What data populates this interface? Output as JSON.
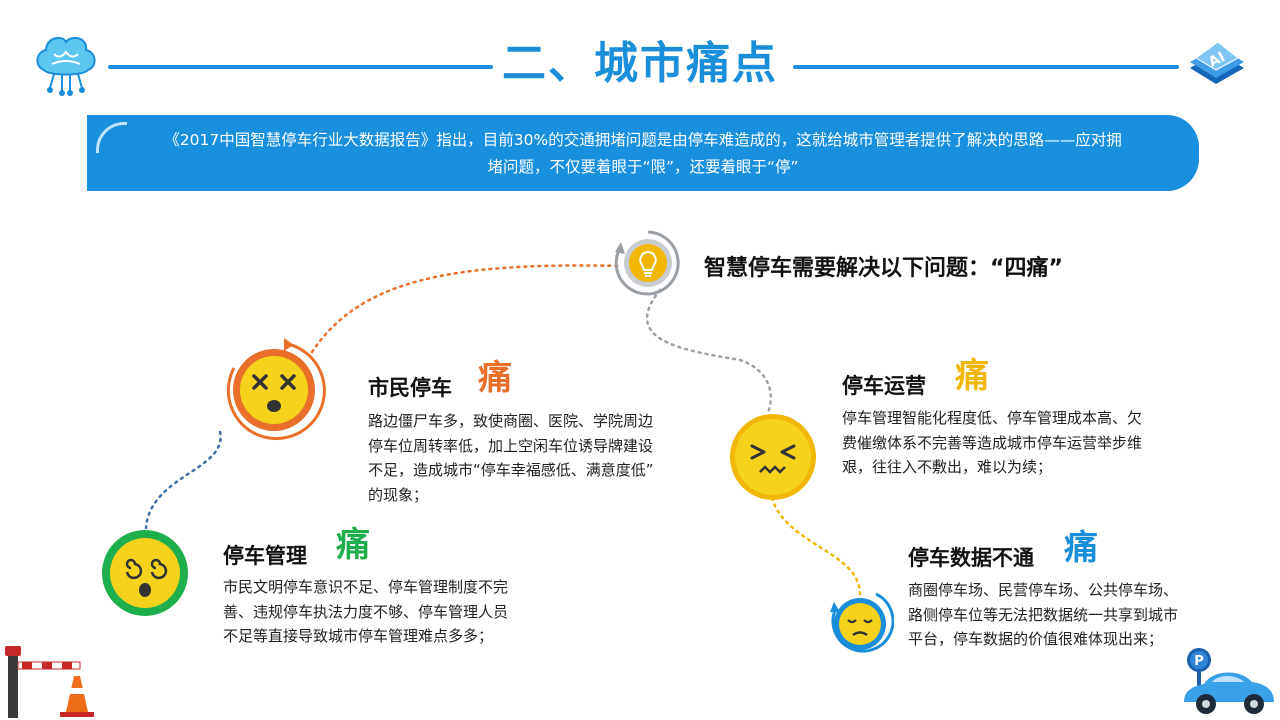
{
  "title": "二、城市痛点",
  "banner": {
    "line1": "《2017中国智慧停车行业大数据报告》指出，目前30%的交通拥堵问题是由停车难造成的，这就给城市管理者提供了解决的思路——应对拥",
    "line2": "堵问题，不仅要着眼于“限”，还要着眼于“停”"
  },
  "intro": "智慧停车需要解决以下问题：“四痛”",
  "pain_char": "痛",
  "points": [
    {
      "heading": "市民停车",
      "color": "#e8702a",
      "body": [
        "路边僵尸车多，致使商圈、医院、学院周边",
        "停车位周转率低，加上空闲车位诱导牌建设",
        "不足，造成城市“停车幸福感低、满意度低”",
        "的现象；"
      ]
    },
    {
      "heading": "停车管理",
      "color": "#1fae4c",
      "body": [
        "市民文明停车意识不足、停车管理制度不完",
        "善、违规停车执法力度不够、停车管理人员",
        "不足等直接导致城市停车管理难点多多；"
      ]
    },
    {
      "heading": "停车运营",
      "color": "#f2b705",
      "body": [
        "停车管理智能化程度低、停车管理成本高、欠",
        "费催缴体系不完善等造成城市停车运营举步维",
        "艰，往往入不敷出，难以为续；"
      ]
    },
    {
      "heading": "停车数据不通",
      "color": "#1a8ed9",
      "body": [
        "商圈停车场、民营停车场、公共停车场、",
        "路侧停车位等无法把数据统一共享到城市",
        "平台，停车数据的价值很难体现出来；"
      ]
    }
  ],
  "icons": {
    "brain": "brain-circuit-icon",
    "ai_chip": "ai-chip-icon",
    "bulb": "lightbulb-icon",
    "dizzy": "dizzy-face-icon",
    "confused": "spiral-eyes-face-icon",
    "grimace": "grimacing-face-icon",
    "sad": "sad-face-icon",
    "barrier": "parking-barrier-icon",
    "car": "car-parking-icon"
  },
  "ai_chip_label": "AI",
  "parking_sign": "P",
  "colors": {
    "accent": "#1a8ed9",
    "orange": "#e8702a",
    "green": "#1fae4c",
    "yellow": "#f2b705",
    "blue": "#1a8ed9"
  }
}
